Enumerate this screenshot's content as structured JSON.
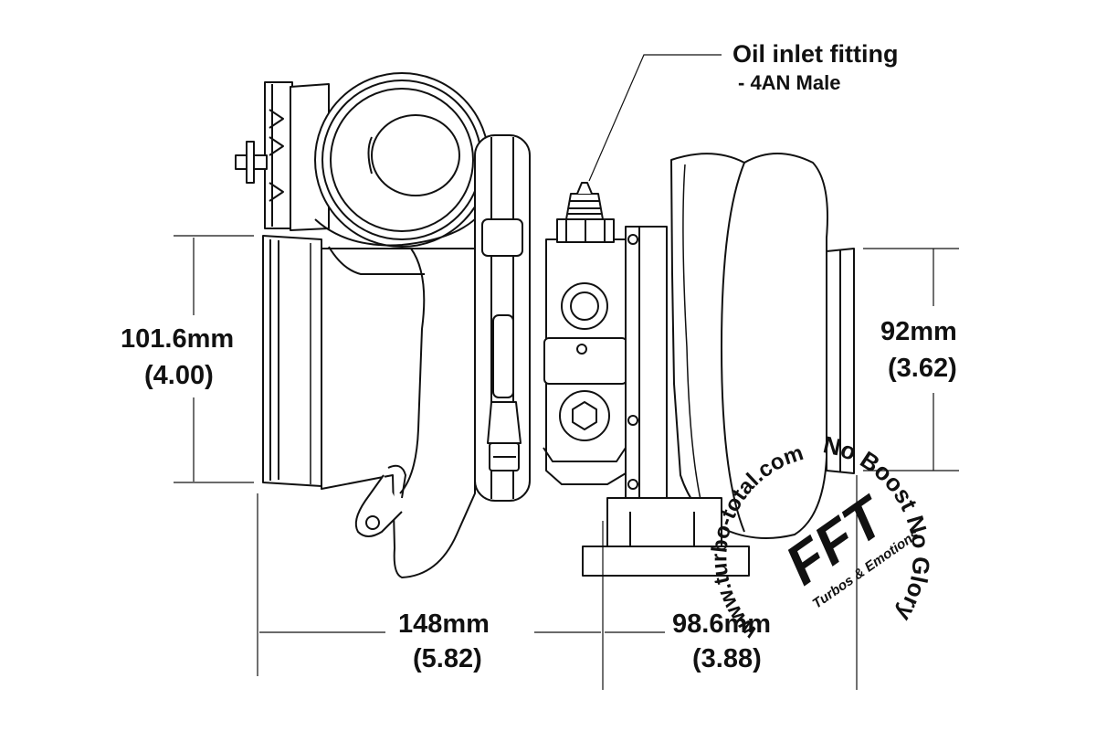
{
  "callouts": {
    "oil_inlet_title": "Oil inlet fitting",
    "oil_inlet_spec": "- 4AN Male"
  },
  "dimensions": {
    "compressor_inlet_mm": "101.6mm",
    "compressor_inlet_in": "(4.00)",
    "turbine_outlet_mm": "92mm",
    "turbine_outlet_in": "(3.62)",
    "compressor_length_mm": "148mm",
    "compressor_length_in": "(5.82)",
    "turbine_length_mm": "98.6mm",
    "turbine_length_in": "(3.88)"
  },
  "watermark": {
    "logo_letters": "FFT",
    "url": "www.turbo-total.com",
    "slogan": "No Boost No Glory",
    "tagline": "Turbos & Emotions",
    "logo_color": "#e30613"
  }
}
